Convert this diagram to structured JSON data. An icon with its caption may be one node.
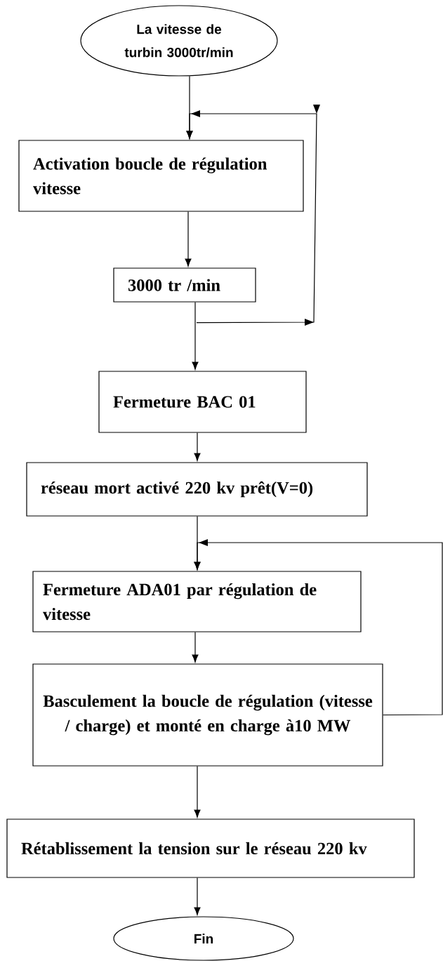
{
  "diagram": {
    "nodes": [
      {
        "text": [
          "La vitesse de turbin 3000tr/min"
        ]
      },
      {
        "text": [
          "Activation boucle de régulation vitesse"
        ]
      },
      {
        "text": [
          "3000 tr /min"
        ]
      },
      {
        "text": [
          "Fermeture BAC 01"
        ]
      },
      {
        "text": [
          "réseau mort activé 220 kv prêt(V=0)"
        ]
      },
      {
        "text": [
          "Fermeture ADA01 par régulation de vitesse"
        ]
      },
      {
        "text": [
          "Basculement la boucle de régulation (vitesse / charge) et monté en charge à10 MW"
        ]
      },
      {
        "text": [
          "Rétablissement la tension sur le réseau 220 kv"
        ]
      },
      {
        "text": [
          "Fin"
        ]
      }
    ],
    "edges": [
      {
        "from": 0,
        "to": 1,
        "arrow": "to"
      },
      {
        "from": 1,
        "to": 2,
        "arrow": "to"
      },
      {
        "from": 2,
        "to": 3,
        "arrow": "to"
      },
      {
        "from": 2,
        "to": 1,
        "arrow": "to"
      },
      {
        "from": 3,
        "to": 4,
        "arrow": "to"
      },
      {
        "from": 4,
        "to": 5,
        "arrow": "to"
      },
      {
        "from": 5,
        "to": 6,
        "arrow": "to"
      },
      {
        "from": 6,
        "to": 5,
        "arrow": "to"
      },
      {
        "from": 6,
        "to": 7,
        "arrow": "to"
      },
      {
        "from": 7,
        "to": 8,
        "arrow": "to"
      }
    ]
  }
}
